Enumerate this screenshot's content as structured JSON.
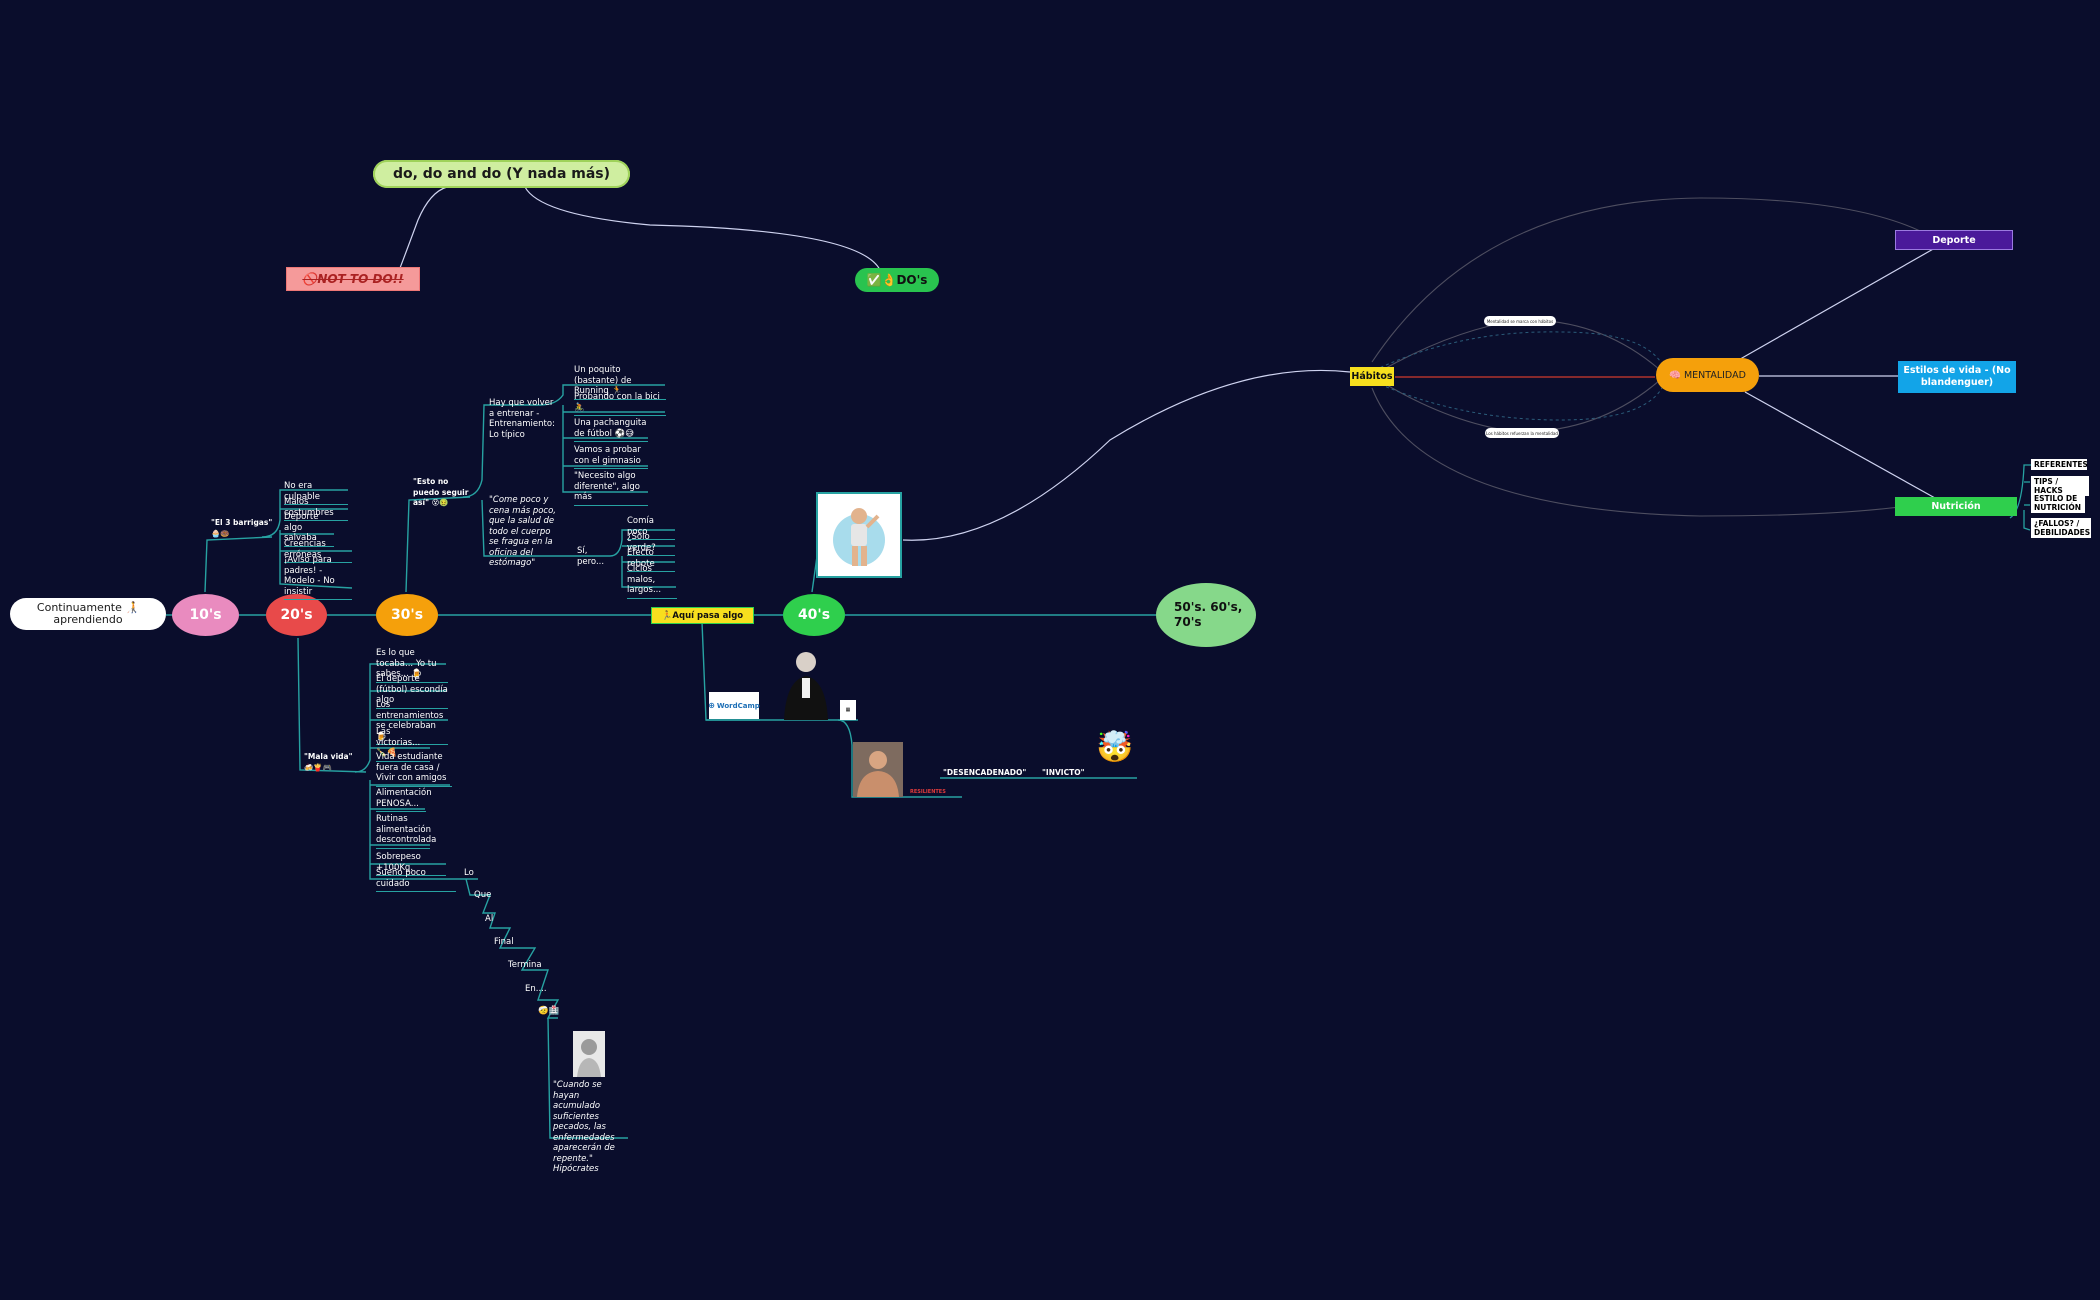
{
  "root": "Continuamente 🧑‍🦯aprendiendo",
  "decades": {
    "d10": "10's",
    "d20": "20's",
    "d30": "30's",
    "d40": "40's",
    "d50": "50's. 60's, 70's"
  },
  "top": {
    "title": "do, do and do (Y nada más)",
    "not_to_do": "🚫NOT TO DO!!",
    "dos": "✅👌DO's"
  },
  "ten": {
    "label": "\"El 3 barrigas\" 🧁🍩",
    "items": [
      "No era culpable",
      "Malos costumbres",
      "Deporte algo salvaba",
      "Creencias erróneas",
      "¡Aviso para padres! - Modelo - No insistir"
    ]
  },
  "thirty": {
    "label": "\"Esto no puedo seguir así\" 😵🤢",
    "hay": "Hay que volver a entrenar - Entrenamiento: Lo típico",
    "hay_items": [
      "Un poquito (bastante) de Running 🏃",
      "Probando con la bici 🚴",
      "Una pachanguita de fútbol ⚽😅",
      "Vamos a probar con el gimnasio",
      "\"Necesito algo diferente\", algo más"
    ],
    "quote": "\"Come poco y cena más poco, que la salud de todo el cuerpo se fragua en la oficina del estómago\"",
    "si": "Sí, pero...",
    "si_items": [
      "Comía poco",
      "¿Sólo verde?",
      "Efecto rebote",
      "Ciclos malos, largos..."
    ]
  },
  "twenty": {
    "label": "\"Mala vida\" 🍻🍟🎮",
    "items": [
      "Es lo que tocaba... Yo tu sabes... 🍺",
      "El deporte (fútbol) escondía algo",
      "Los entrenamientos se celebraban 🍺",
      "Las victorias... 🍾🍕",
      "Vida estudiante fuera de casa / Vivir con amigos",
      "Alimentación PENOSA...",
      "Rutinas alimentación descontrolada",
      "Sobrepeso +100Kg.",
      "Sueño poco cuidado"
    ],
    "stair": [
      "Lo",
      "Que",
      "Al",
      "Final",
      "Termina",
      "En....",
      "🤕🏥"
    ],
    "hippo": "\"Cuando se hayan acumulado suficientes pecados, las enfermedades aparecerán de repente.\" Hipócrates"
  },
  "aqui": "🏃Aquí pasa algo",
  "wordcamp": "WordCamp",
  "ubiq": "RESILIENTES",
  "desencadenado": "\"DESENCADENADO\"",
  "invicto": "\"INVICTO\"",
  "emoji_mind": "🤯",
  "right": {
    "habitos": "Hábitos",
    "mentalidad": "🧠 MENTALIDAD",
    "deporte": "Deporte",
    "estilos": "Estilos de vida - (No blandenguer)",
    "nutricion": "Nutrición",
    "tiny1": "Mentalidad se marca con hábitos",
    "tiny2": "Los hábitos refuerzan la mentalidad",
    "nut_items": [
      "REFERENTES",
      "TIPS / HACKS",
      "ESTILO DE NUTRICIÓN",
      "¿FALLOS? / DEBILIDADES"
    ]
  },
  "colors": {
    "bg": "#0a0d2c",
    "link": "#27a2a2",
    "pink": "#e98bbf",
    "red": "#e84a4a",
    "orange": "#f5a00b",
    "green": "#2fcf4d",
    "lightgreen": "#86d88a",
    "yellow": "#f7df1e",
    "purple": "#4a1a9a",
    "blue": "#12a4e8"
  }
}
